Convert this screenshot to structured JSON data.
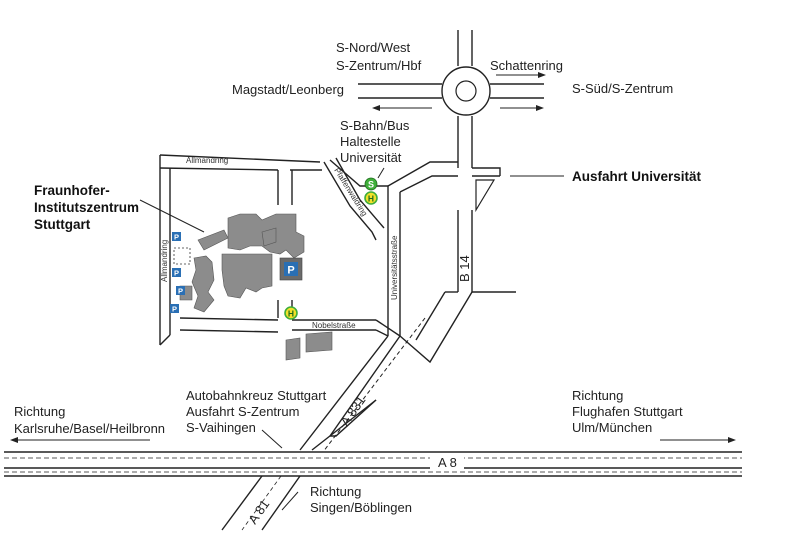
{
  "labels": {
    "s_nord_west": "S-Nord/West",
    "s_zentrum_hbf": "S-Zentrum/Hbf",
    "schattenring": "Schattenring",
    "magstadt": "Magstadt/Leonberg",
    "s_sued": "S-Süd/S-Zentrum",
    "sbahn_1": "S-Bahn/Bus",
    "sbahn_2": "Haltestelle",
    "sbahn_3": "Universität",
    "ausfahrt_uni": "Ausfahrt Universität",
    "fraunhofer_1": "Fraunhofer-",
    "fraunhofer_2": "Institutszentrum",
    "fraunhofer_3": "Stuttgart",
    "autobahnkreuz_1": "Autobahnkreuz Stuttgart",
    "autobahnkreuz_2": "Ausfahrt S-Zentrum",
    "autobahnkreuz_3": "S-Vaihingen",
    "richtung_w_1": "Richtung",
    "richtung_w_2": "Karlsruhe/Basel/Heilbronn",
    "richtung_o_1": "Richtung",
    "richtung_o_2": "Flughafen Stuttgart",
    "richtung_o_3": "Ulm/München",
    "richtung_s_1": "Richtung",
    "richtung_s_2": "Singen/Böblingen"
  },
  "streets": {
    "allmandring_top": "Allmandring",
    "allmandring_left": "Allmandring",
    "pfaffenwaldring": "Pfaffenwaldring",
    "universitaetsstrasse": "Universitätsstraße",
    "nobelstrasse": "Nobelstraße"
  },
  "roads": {
    "b14": "B 14",
    "a8": "A 8",
    "a831": "A 831",
    "a81": "A 81"
  },
  "symbols": {
    "parking": "P",
    "sbahn": "S",
    "bus": "H"
  },
  "colors": {
    "building": "#8c8c8c",
    "parking": "#2a6fb4",
    "sbahn_green": "#3fae3a",
    "bus_yellow": "#f2e12a"
  }
}
